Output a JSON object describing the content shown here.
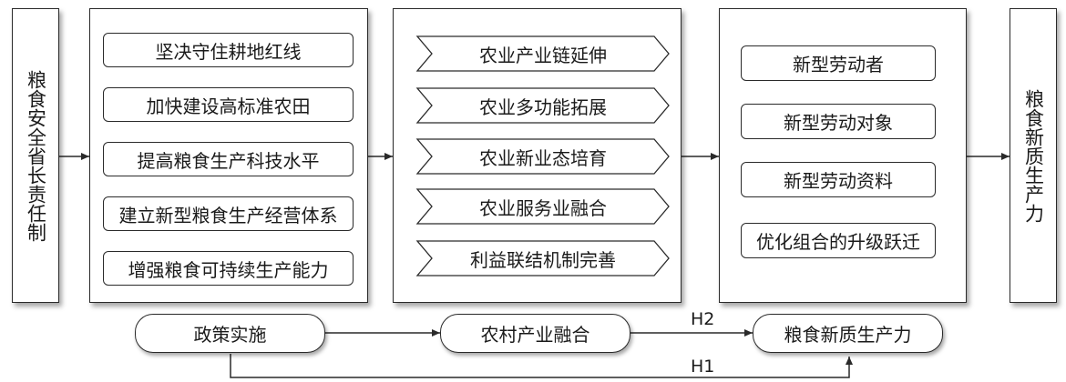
{
  "left_panel": {
    "text": "粮食安全省长责任制"
  },
  "right_panel": {
    "text": "粮食新质生产力"
  },
  "panel_a": {
    "items": [
      "坚决守住耕地红线",
      "加快建设高标准农田",
      "提高粮食生产科技水平",
      "建立新型粮食生产经营体系",
      "增强粮食可持续生产能力"
    ]
  },
  "panel_b": {
    "items": [
      "农业产业链延伸",
      "农业多功能拓展",
      "农业新业态培育",
      "农业服务业融合",
      "利益联结机制完善"
    ]
  },
  "panel_c": {
    "items": [
      "新型劳动者",
      "新型劳动对象",
      "新型劳动资料",
      "优化组合的升级跃迁"
    ]
  },
  "bottom": {
    "policy": "政策实施",
    "integration": "农村产业融合",
    "productivity": "粮食新质生产力",
    "h2": "H2",
    "h1": "H1"
  }
}
